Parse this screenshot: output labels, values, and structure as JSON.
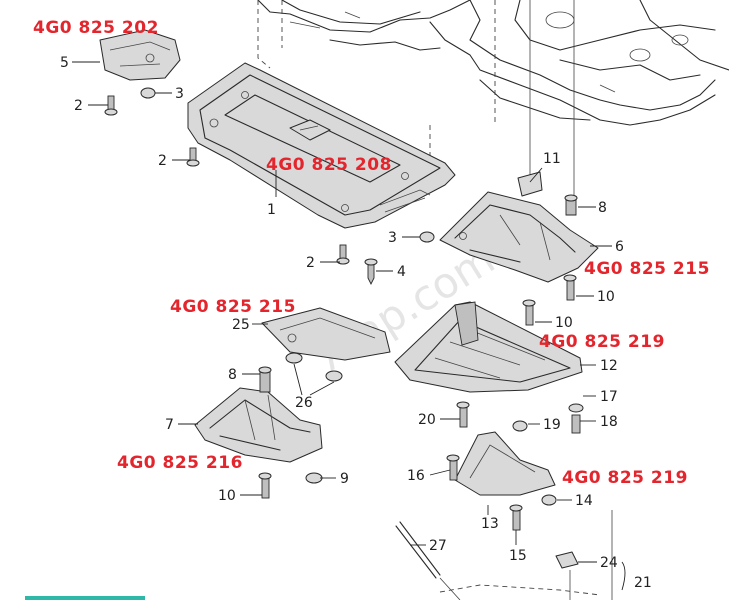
{
  "part_numbers": {
    "pn_202": "4G0 825 202",
    "pn_208": "4G0 825 208",
    "pn_215_right": "4G0 825 215",
    "pn_215_left": "4G0 825 215",
    "pn_219_upper": "4G0 825 219",
    "pn_216": "4G0 825 216",
    "pn_219_lower": "4G0 825 219"
  },
  "callouts": {
    "c1": "1",
    "c2a": "2",
    "c2b": "2",
    "c2c": "2",
    "c3a": "3",
    "c3b": "3",
    "c4": "4",
    "c5": "5",
    "c6": "6",
    "c7": "7",
    "c8a": "8",
    "c8b": "8",
    "c9": "9",
    "c10a": "10",
    "c10b": "10",
    "c10c": "10",
    "c11": "11",
    "c12": "12",
    "c13": "13",
    "c14": "14",
    "c15": "15",
    "c16": "16",
    "c17": "17",
    "c18": "18",
    "c19": "19",
    "c20": "20",
    "c21": "21",
    "c24": "24",
    "c25": "25",
    "c26": "26",
    "c27": "27"
  },
  "watermark": "7zap.com",
  "colors": {
    "part_number": "#e3262d",
    "line": "#2a2a2a",
    "accent_bar": "#2fb8a8"
  }
}
